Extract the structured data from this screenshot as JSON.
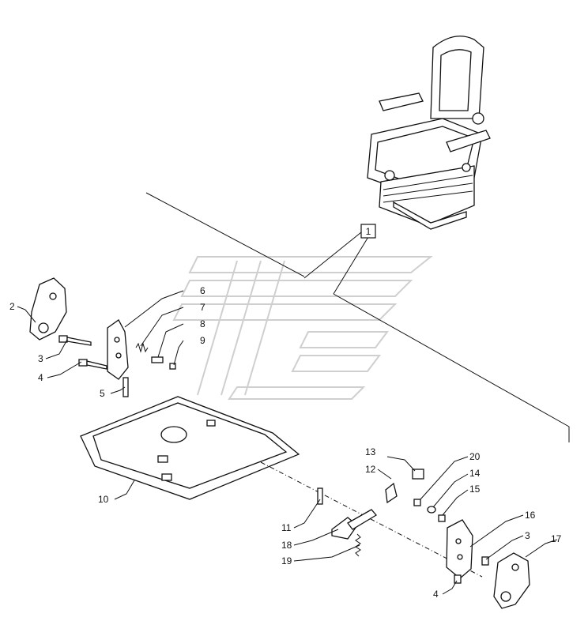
{
  "callouts": {
    "c1": "1",
    "c2": "2",
    "c3a": "3",
    "c3b": "3",
    "c4a": "4",
    "c4b": "4",
    "c5": "5",
    "c6": "6",
    "c7": "7",
    "c8": "8",
    "c9": "9",
    "c10": "10",
    "c11": "11",
    "c12": "12",
    "c13": "13",
    "c14": "14",
    "c15": "15",
    "c16": "16",
    "c17": "17",
    "c18": "18",
    "c19": "19",
    "c20": "20"
  },
  "icons": {
    "seat": "seat-assembly-icon",
    "base_plate": "seat-base-plate-icon",
    "left_handle": "left-handle-icon",
    "right_handle": "right-handle-icon"
  }
}
